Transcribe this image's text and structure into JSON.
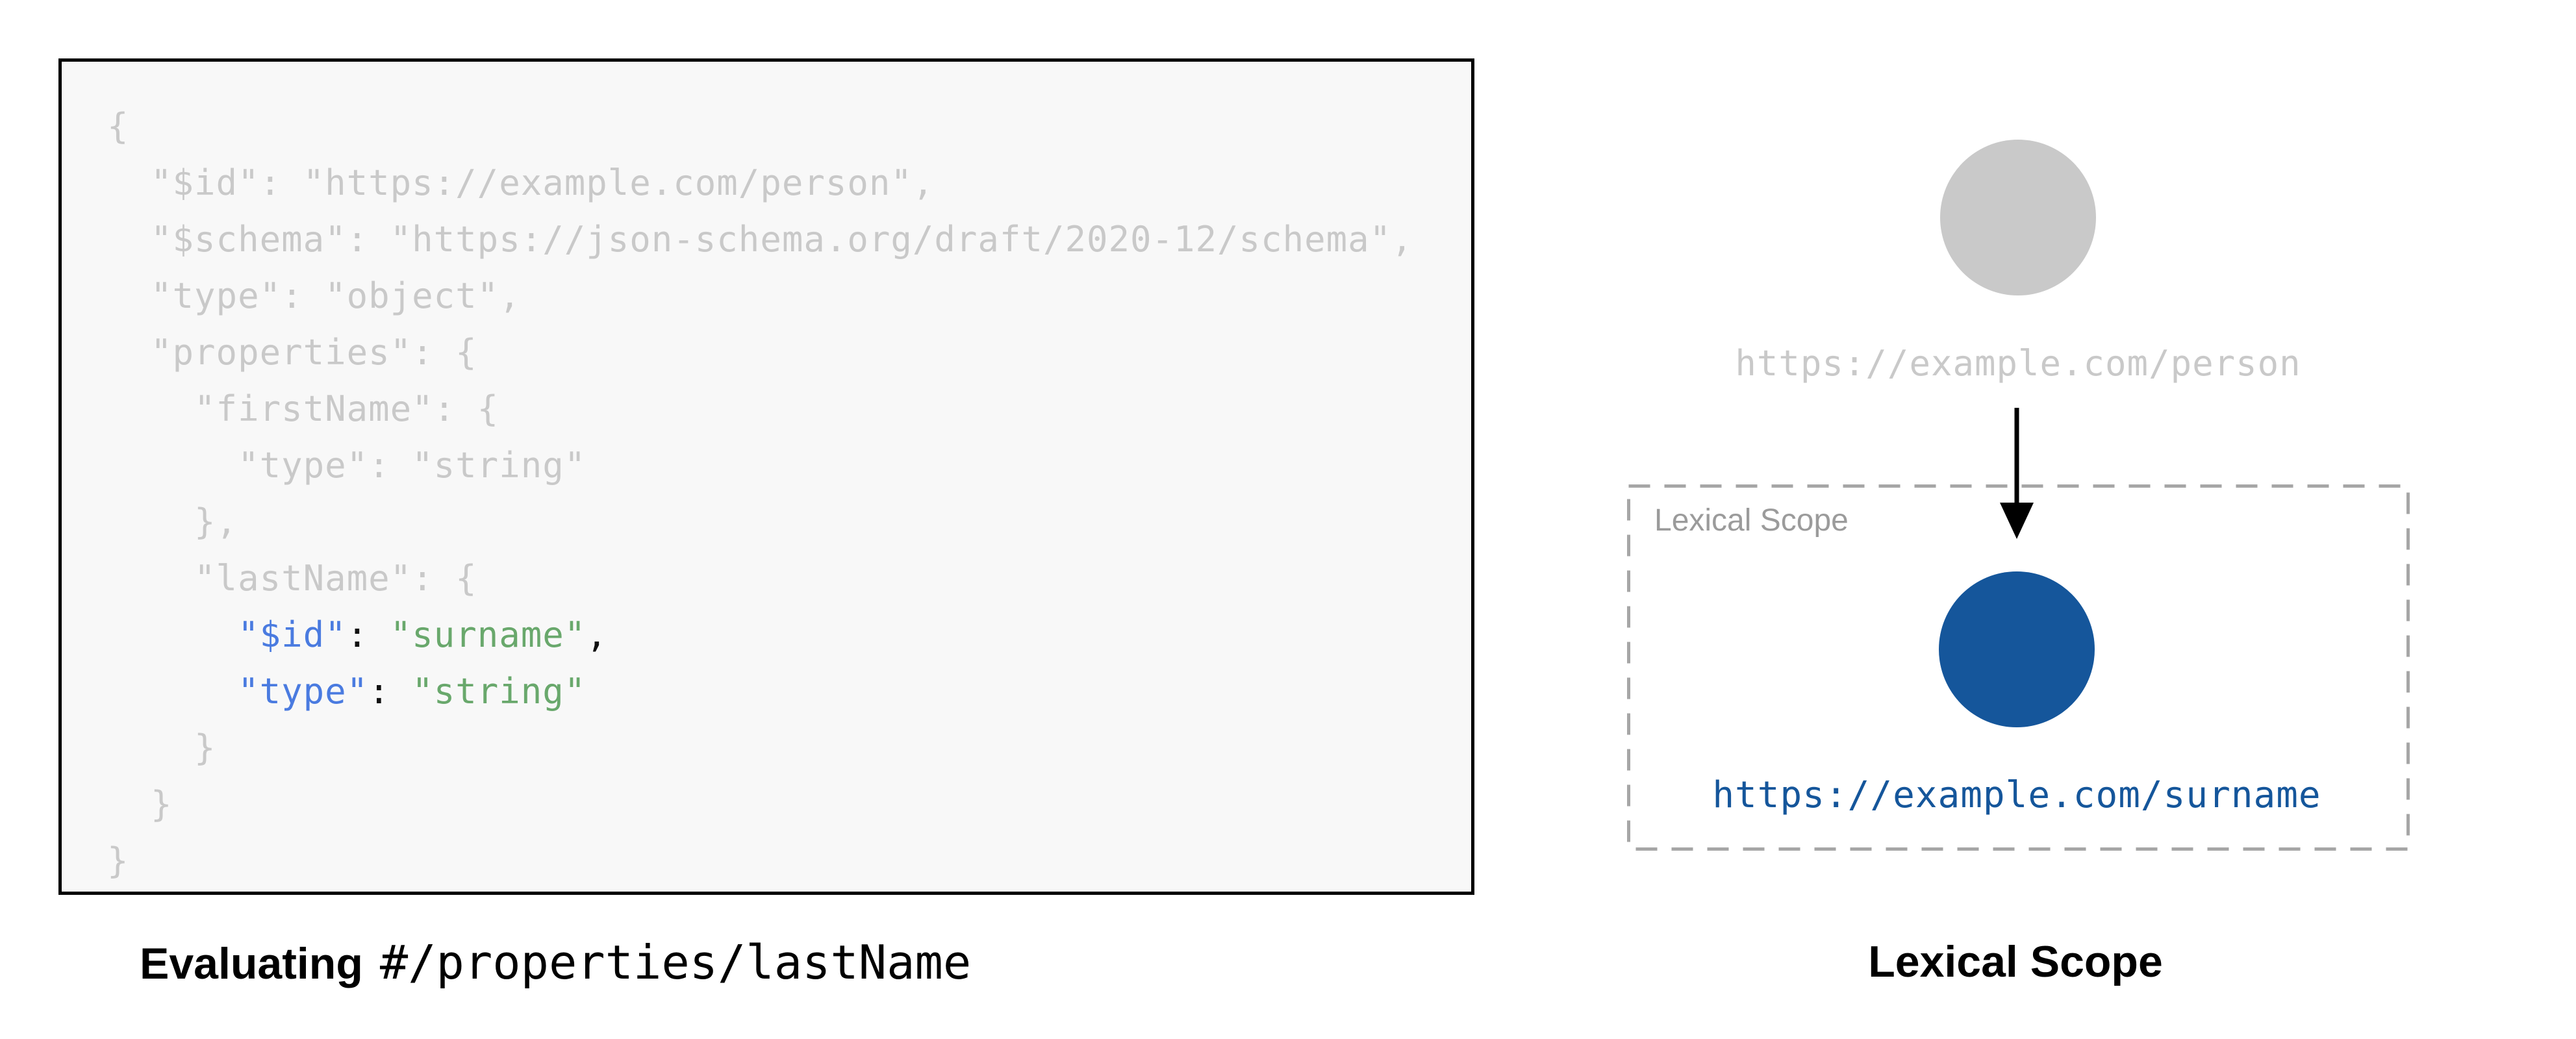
{
  "palette": {
    "gray_text": "#C9C9C9",
    "blue_key": "#4A7BE0",
    "green_string": "#69A86C",
    "black_punct": "#111111",
    "code_bg": "#F8F8F8",
    "code_border": "#000000",
    "gray_circle": "#C9C9C9",
    "gray_url": "#C9C9C9",
    "blue_circle": "#15569B",
    "blue_url": "#15569B",
    "dashed_border": "#A6A6A6",
    "scope_label": "#9B9B9B",
    "arrow": "#000000",
    "caption": "#000000"
  },
  "code_panel": {
    "lines": [
      [
        {
          "t": "{",
          "c": "gray_text"
        }
      ],
      [
        {
          "t": "  \"$id\": \"https://example.com/person\",",
          "c": "gray_text"
        }
      ],
      [
        {
          "t": "  \"$schema\": \"https://json-schema.org/draft/2020-12/schema\",",
          "c": "gray_text"
        }
      ],
      [
        {
          "t": "  \"type\": \"object\",",
          "c": "gray_text"
        }
      ],
      [
        {
          "t": "  \"properties\": {",
          "c": "gray_text"
        }
      ],
      [
        {
          "t": "    \"firstName\": {",
          "c": "gray_text"
        }
      ],
      [
        {
          "t": "      \"type\": \"string\"",
          "c": "gray_text"
        }
      ],
      [
        {
          "t": "    },",
          "c": "gray_text"
        }
      ],
      [
        {
          "t": "    \"lastName\": {",
          "c": "gray_text"
        }
      ],
      [
        {
          "t": "      ",
          "c": "gray_text"
        },
        {
          "t": "\"$id\"",
          "c": "blue_key"
        },
        {
          "t": ":",
          "c": "black_punct"
        },
        {
          "t": " ",
          "c": "gray_text"
        },
        {
          "t": "\"surname\"",
          "c": "green_string"
        },
        {
          "t": ",",
          "c": "black_punct"
        }
      ],
      [
        {
          "t": "      ",
          "c": "gray_text"
        },
        {
          "t": "\"type\"",
          "c": "blue_key"
        },
        {
          "t": ":",
          "c": "black_punct"
        },
        {
          "t": " ",
          "c": "gray_text"
        },
        {
          "t": "\"string\"",
          "c": "green_string"
        }
      ],
      [
        {
          "t": "    }",
          "c": "gray_text"
        }
      ],
      [
        {
          "t": "  }",
          "c": "gray_text"
        }
      ],
      [
        {
          "t": "}",
          "c": "gray_text"
        }
      ]
    ]
  },
  "left_caption": {
    "prefix": "Evaluating",
    "pointer": "#/properties/lastName"
  },
  "diagram": {
    "parent_uri": "https://example.com/person",
    "scope_box_label": "Lexical Scope",
    "child_uri": "https://example.com/surname",
    "arrow_icon": "down-arrow"
  },
  "right_caption": "Lexical Scope"
}
